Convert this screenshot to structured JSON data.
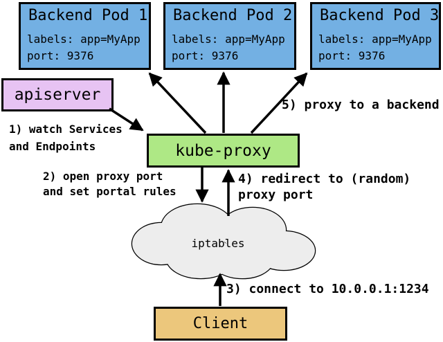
{
  "colors": {
    "pod_fill": "#73b0e3",
    "apiserver_fill": "#e7c3f3",
    "kube_proxy_fill": "#aee885",
    "client_fill": "#ecc77c",
    "cloud_fill": "#ededed",
    "border": "#000000",
    "arrow": "#000000"
  },
  "pods": [
    {
      "title": "Backend Pod 1",
      "labels": "labels: app=MyApp",
      "port": "port: 9376"
    },
    {
      "title": "Backend Pod 2",
      "labels": "labels: app=MyApp",
      "port": "port: 9376"
    },
    {
      "title": "Backend Pod 3",
      "labels": "labels: app=MyApp",
      "port": "port: 9376"
    }
  ],
  "apiserver": {
    "label": "apiserver"
  },
  "kube_proxy": {
    "label": "kube-proxy"
  },
  "iptables": {
    "label": "iptables"
  },
  "client": {
    "label": "Client"
  },
  "steps": {
    "step1": {
      "line1": "1) watch Services",
      "line2": "and Endpoints"
    },
    "step2": {
      "line1": "2) open proxy port",
      "line2": "and set portal rules"
    },
    "step3": {
      "line1": "3) connect to 10.0.0.1:1234"
    },
    "step4": {
      "line1": "4) redirect to (random)",
      "line2": "proxy port"
    },
    "step5": {
      "line1": "5) proxy to a backend"
    }
  }
}
